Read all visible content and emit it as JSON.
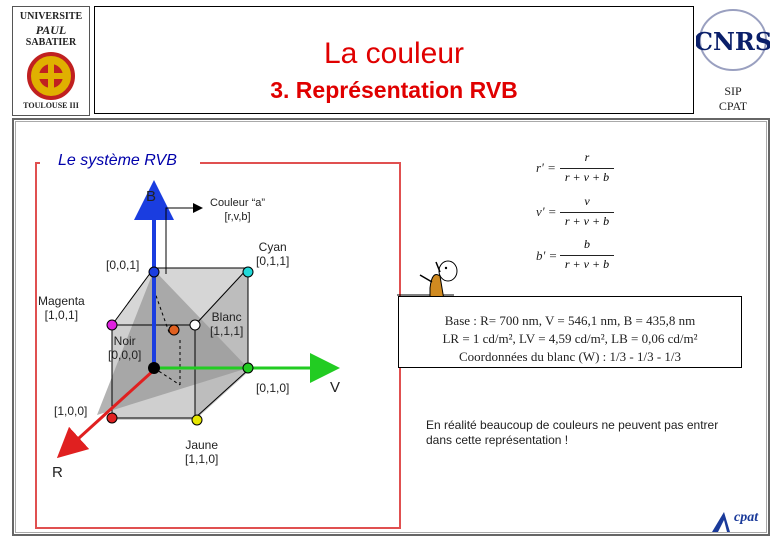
{
  "header": {
    "title": "La couleur",
    "subtitle": "3. Représentation RVB",
    "university": [
      "UNIVERSITE",
      "PAUL",
      "SABATIER",
      "TOULOUSE III"
    ],
    "lab_logo": "CNRS",
    "lab": [
      "SIP",
      "CPAT"
    ]
  },
  "system_title": "Le système RVB",
  "axes": {
    "b": "B",
    "v": "V",
    "r": "R"
  },
  "points": {
    "color_a": [
      "Couleur “a”",
      "[r,v,b]"
    ],
    "cyan": [
      "Cyan",
      "[0,1,1]"
    ],
    "blue": "[0,0,1]",
    "magenta": [
      "Magenta",
      "[1,0,1]"
    ],
    "white": [
      "Blanc",
      "[1,1,1]"
    ],
    "black": [
      "Noir",
      "[0,0,0]"
    ],
    "green": "[0,1,0]",
    "red": "[1,0,0]",
    "yellow": [
      "Jaune",
      "[1,1,0]"
    ]
  },
  "formulas": [
    {
      "lhs": "r' =",
      "num": "r",
      "den": "r + v + b"
    },
    {
      "lhs": "v' =",
      "num": "v",
      "den": "r + v + b"
    },
    {
      "lhs": "b' =",
      "num": "b",
      "den": "r + v + b"
    }
  ],
  "base_info": [
    "Base : R= 700 nm, V = 546,1 nm, B = 435,8 nm",
    "LR = 1 cd/m², LV = 4,59 cd/m², LB = 0,06 cd/m²",
    "Coordonnées du blanc (W) : 1/3 - 1/3 - 1/3"
  ],
  "note": "En réalité beaucoup de couleurs ne peuvent pas entrer dans cette représentation !",
  "footer_logo": "cpat",
  "colors": {
    "title_red": "#e00000",
    "axis_blue": "#1a3de0",
    "axis_green": "#22cc22",
    "axis_red": "#e02020",
    "cyan": "#22d8d8",
    "magenta": "#e020e0",
    "yellow": "#e6e600",
    "frame_red": "#e05050"
  }
}
